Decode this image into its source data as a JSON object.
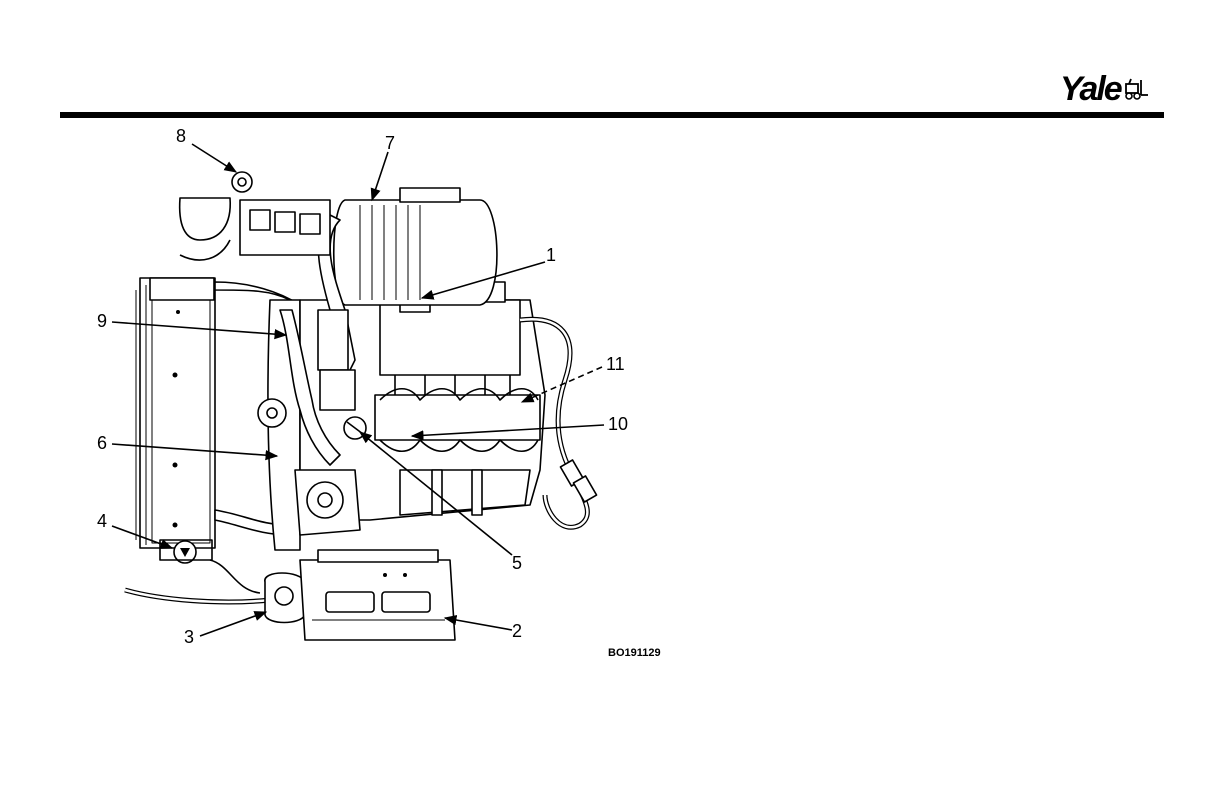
{
  "header": {
    "brand": "Yale",
    "rule_color": "#000000"
  },
  "figure": {
    "id": "BO191129",
    "callouts": [
      {
        "label": "1",
        "target": "engine-callout-1"
      },
      {
        "label": "2",
        "target": "engine-callout-2"
      },
      {
        "label": "3",
        "target": "engine-callout-3"
      },
      {
        "label": "4",
        "target": "engine-callout-4"
      },
      {
        "label": "5",
        "target": "engine-callout-5"
      },
      {
        "label": "6",
        "target": "engine-callout-6"
      },
      {
        "label": "7",
        "target": "engine-callout-7"
      },
      {
        "label": "8",
        "target": "engine-callout-8"
      },
      {
        "label": "9",
        "target": "engine-callout-9"
      },
      {
        "label": "10",
        "target": "engine-callout-10"
      },
      {
        "label": "11",
        "target": "engine-callout-11"
      }
    ]
  }
}
